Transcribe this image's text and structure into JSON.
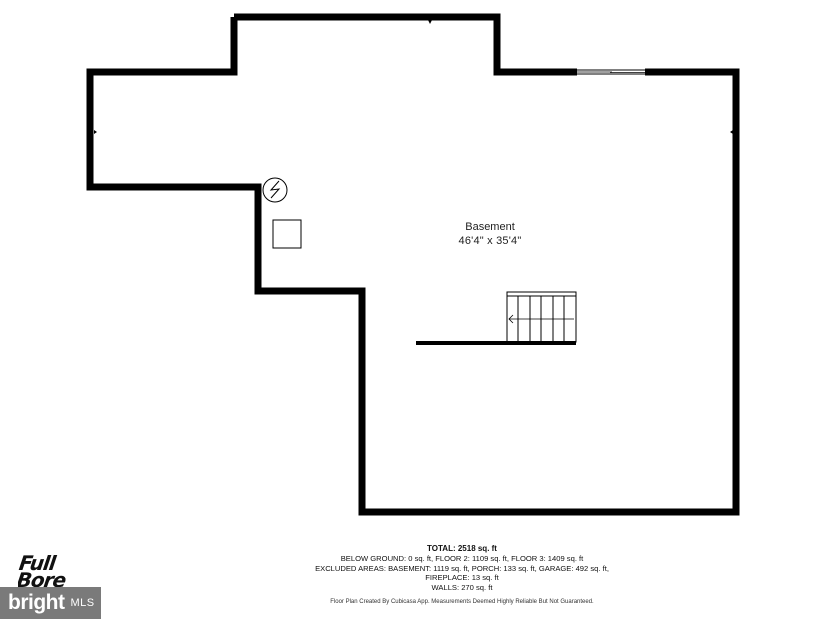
{
  "room": {
    "name": "Basement",
    "dimensions": "46'4\" x 35'4\""
  },
  "summary": {
    "total": "TOTAL: 2518 sq. ft",
    "below_ground": "BELOW GROUND: 0 sq. ft, FLOOR 2: 1109 sq. ft, FLOOR 3: 1409 sq. ft",
    "excluded": "EXCLUDED AREAS: BASEMENT: 1119 sq. ft, PORCH: 133 sq. ft, GARAGE: 492 sq. ft,",
    "fireplace": "FIREPLACE: 13 sq. ft",
    "walls": "WALLS: 270 sq. ft"
  },
  "disclaimer": "Floor Plan Created By Cubicasa App. Measurements Deemed Highly Reliable But Not Guaranteed.",
  "logo": {
    "text": "Full\nBore"
  },
  "badge": {
    "word": "bright",
    "suffix": "MLS"
  },
  "colors": {
    "wall": "#000000",
    "badge_bg": "#7a7a7a",
    "background": "#ffffff"
  },
  "icons": [
    "water-heater-icon",
    "stairs-arrow-icon"
  ]
}
